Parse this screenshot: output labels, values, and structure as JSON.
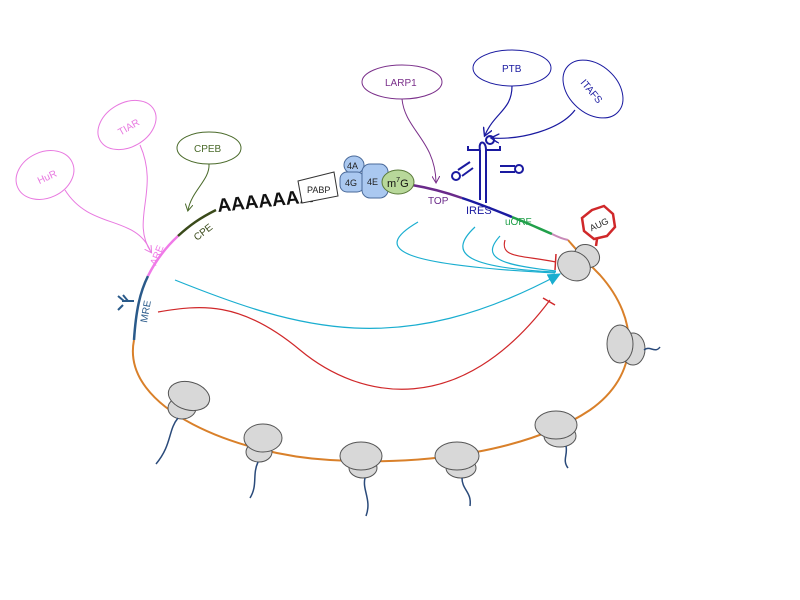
{
  "labels": {
    "hur": "HuR",
    "tiar": "TIAR",
    "cpeb": "CPEB",
    "larp1": "LARP1",
    "ptb": "PTB",
    "itafs": "ITAFS",
    "are": "ARE",
    "mre": "MRE",
    "cpe": "CPE",
    "polya": "AAAAAAA",
    "pabp": "PABP",
    "eif4a": "4A",
    "eif4g": "4G",
    "eif4e": "4E",
    "cap_m": "m",
    "cap_sup": "7",
    "cap_g": "G",
    "top": "TOP",
    "ires": "IRES",
    "uorf": "uORF",
    "aug": "AUG"
  },
  "colors": {
    "hur": "#e879e0",
    "tiar": "#e879e0",
    "cpeb": "#4a6a2a",
    "larp1": "#7a2f8a",
    "ptb": "#1a1aa0",
    "itafs": "#1a1aa0",
    "mrna": "#d9802a",
    "polyA_line": "#3a4a1a",
    "top_line": "#6a2a8a",
    "ires_line": "#1a1aa0",
    "uorf_line": "#21a04a",
    "are_line": "#f07ae8",
    "mre_line": "#2a5a8a",
    "activate": "#1aaed0",
    "repress": "#d0282a",
    "aug": "#d0282a",
    "ribosome": "#d8d8d8",
    "eif4_blue": "#aac8f0",
    "cap_green": "#b8d89a"
  }
}
